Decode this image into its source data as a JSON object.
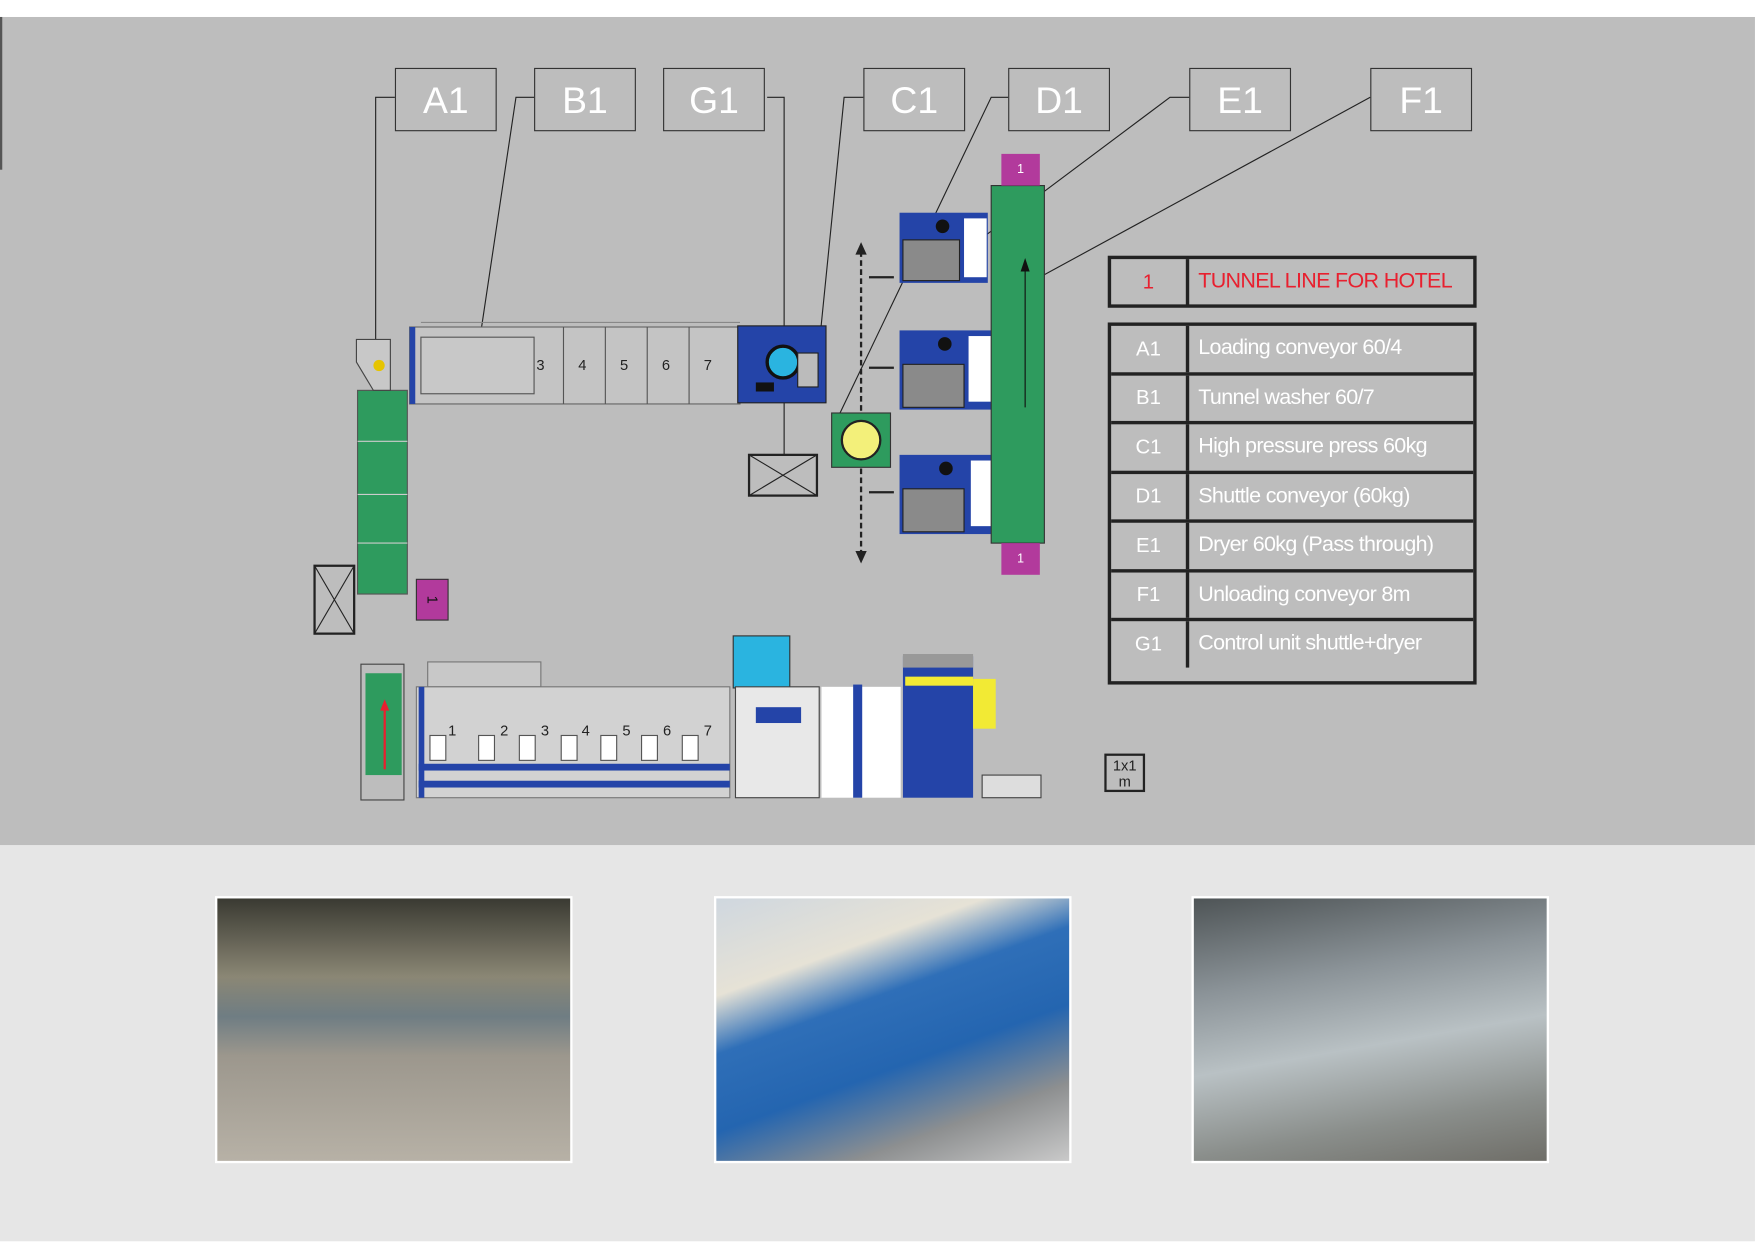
{
  "callouts": [
    "A1",
    "B1",
    "G1",
    "C1",
    "D1",
    "E1",
    "F1"
  ],
  "legend_title": {
    "code": "1",
    "text": "TUNNEL LINE FOR HOTEL"
  },
  "legend_items": [
    {
      "code": "A1",
      "text": "Loading conveyor  60/4"
    },
    {
      "code": "B1",
      "text": "Tunnel washer 60/7"
    },
    {
      "code": "C1",
      "text": "High pressure press 60kg"
    },
    {
      "code": "D1",
      "text": "Shuttle conveyor (60kg)"
    },
    {
      "code": "E1",
      "text": "Dryer 60kg (Pass through)"
    },
    {
      "code": "F1",
      "text": "Unloading conveyor 8m"
    },
    {
      "code": "G1",
      "text": "Control unit shuttle+dryer"
    }
  ],
  "washer_modules_top": [
    "3",
    "4",
    "5",
    "6",
    "7"
  ],
  "washer_modules_side": [
    "1",
    "2",
    "3",
    "4",
    "5",
    "6",
    "7"
  ],
  "scale": {
    "line1": "1x1",
    "line2": "m"
  },
  "marker_label": "1",
  "colors": {
    "panel": "#bdbdbd",
    "green": "#2e9b5e",
    "blue": "#2444a8",
    "magenta": "#b23a9c",
    "red": "#e8202f"
  }
}
